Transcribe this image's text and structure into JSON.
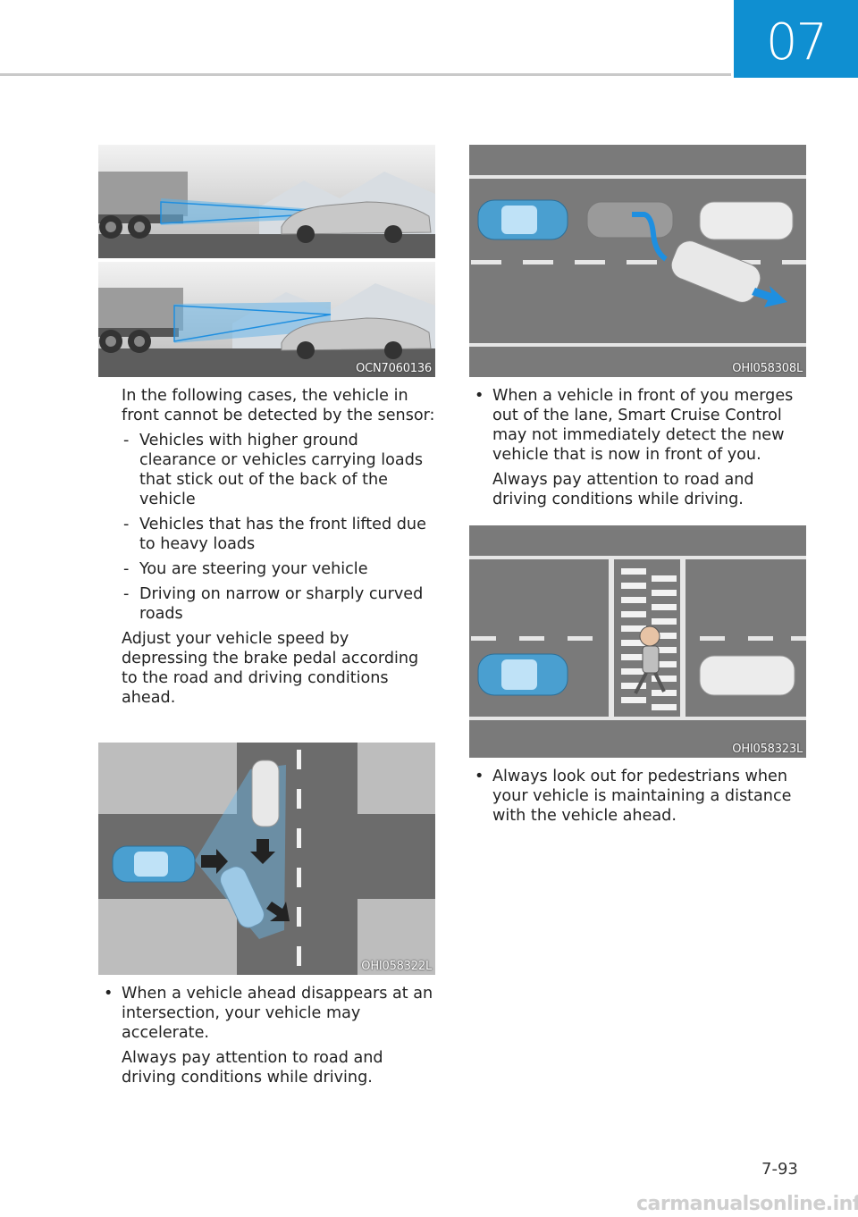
{
  "header": {
    "chapter": "07"
  },
  "figures": [
    {
      "code": "OCN7060136"
    },
    {
      "code": "OHI058322L"
    },
    {
      "code": "OHI058308L"
    },
    {
      "code": "OHI058323L"
    }
  ],
  "left_column": {
    "intro": "In the following cases, the vehicle in front cannot be detected by the sensor:",
    "cases": [
      "Vehicles with higher ground clearance or vehicles carrying loads that stick out of the back of the vehicle",
      "Vehicles that has the front lifted due to heavy loads",
      "You are steering your vehicle",
      "Driving on narrow or sharply curved roads"
    ],
    "advice": "Adjust your vehicle speed by depressing the brake pedal according to the road and driving conditions ahead.",
    "bullet_intersection": "When a vehicle ahead disappears at an intersection, your vehicle may accelerate.",
    "bullet_intersection_note": "Always pay attention to road and driving conditions while driving."
  },
  "right_column": {
    "bullet_merge": "When a vehicle in front of you merges out of the lane, Smart Cruise Control may not immediately detect the new vehicle that is now in front of you.",
    "bullet_merge_note": "Always pay attention to road and driving conditions while driving.",
    "bullet_pedestrian": "Always look out for pedestrians when your vehicle is maintaining a distance with the vehicle ahead."
  },
  "bullet_symbol": "•",
  "footer": {
    "page_number": "7-93",
    "watermark": "carmanualsonline.info"
  }
}
